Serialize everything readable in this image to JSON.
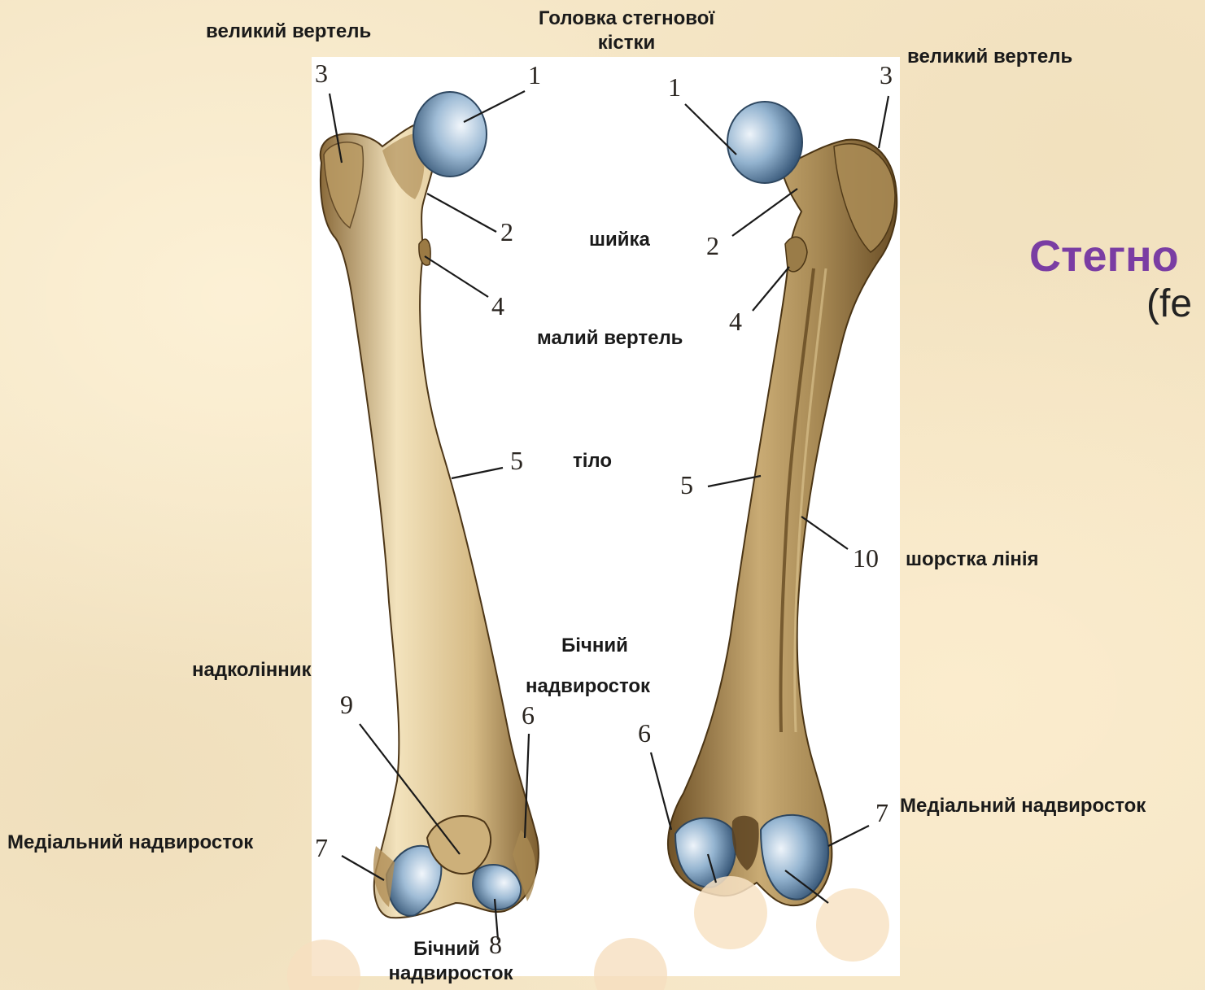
{
  "title": {
    "main": "Стегно",
    "sub": "(fe"
  },
  "labels": {
    "greater_trochanter_left": "великий вертель",
    "femoral_head_line1": "Головка стегнової",
    "femoral_head_line2": "кістки",
    "greater_trochanter_right": "великий вертель",
    "neck": "шийка",
    "lesser_trochanter": "малий вертель",
    "body": "тіло",
    "linea_aspera": "шорстка лінія",
    "lateral_epicondyle_line1": "Бічний",
    "lateral_epicondyle_line2": "надвиросток",
    "patellar_surface": "надколінник",
    "medial_epicondyle_left": "Медіальний надвиросток",
    "medial_epicondyle_right": "Медіальний надвиросток",
    "lateral_epicondyle_bottom_line1": "Бічний",
    "lateral_epicondyle_bottom_line2": "надвиросток"
  },
  "numbers": {
    "n1": "1",
    "n2": "2",
    "n3": "3",
    "n4": "4",
    "n5": "5",
    "n6": "6",
    "n7": "7",
    "n8": "8",
    "n9": "9",
    "n10": "10"
  },
  "colors": {
    "bone": "#d9c190",
    "cartilage": "#8fb0cc",
    "title": "#7a3da3",
    "background": "#f5e6c6"
  }
}
